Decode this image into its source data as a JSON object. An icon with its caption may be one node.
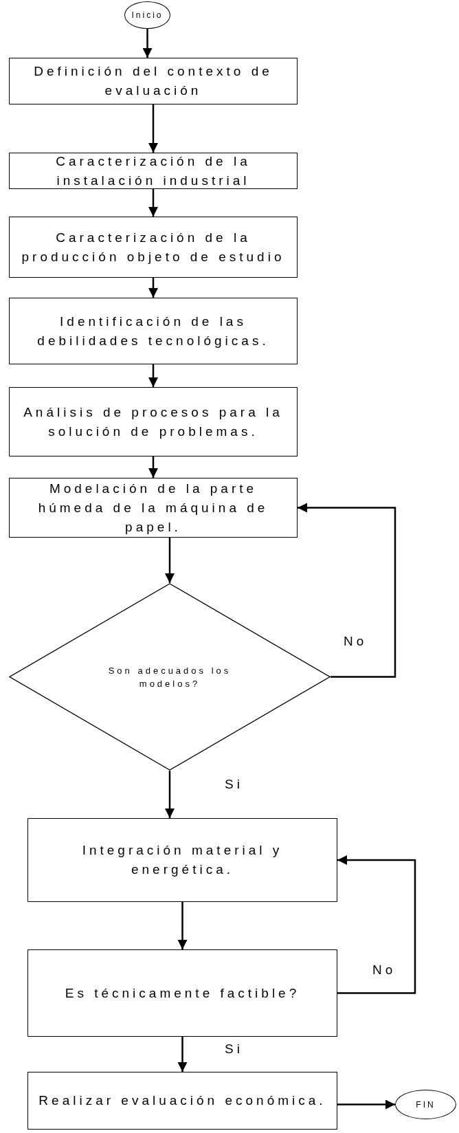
{
  "diagram": {
    "nodes": [
      {
        "text": [
          "Inicio"
        ]
      },
      {
        "text": [
          "Definición del contexto de evaluación"
        ]
      },
      {
        "text": [
          "Caracterización de la instalación industrial"
        ]
      },
      {
        "text": [
          "Caracterización de la producción objeto de estudio"
        ]
      },
      {
        "text": [
          "Identificación de las debilidades tecnológicas."
        ]
      },
      {
        "text": [
          "Análisis de procesos para la solución de problemas."
        ]
      },
      {
        "text": [
          "Modelación de la parte húmeda de la máquina de papel."
        ]
      },
      {
        "text": [
          "Son adecuados los modelos?"
        ]
      },
      {
        "text": [
          "Integración material y energética."
        ]
      },
      {
        "text": [
          "Es técnicamente factible?"
        ]
      },
      {
        "text": [
          "Realizar evaluación económica."
        ]
      },
      {
        "text": [
          "FIN"
        ]
      }
    ],
    "edges": [
      {
        "from": 0,
        "to": 1,
        "arrow": "to"
      },
      {
        "from": 1,
        "to": 2,
        "arrow": "to"
      },
      {
        "from": 2,
        "to": 3,
        "arrow": "to"
      },
      {
        "from": 3,
        "to": 4,
        "arrow": "to"
      },
      {
        "from": 4,
        "to": 5,
        "arrow": "to"
      },
      {
        "from": 5,
        "to": 6,
        "arrow": "to"
      },
      {
        "from": 6,
        "to": 7,
        "arrow": "to"
      },
      {
        "from": 7,
        "to": 6,
        "arrow": "to",
        "label": "No"
      },
      {
        "from": 7,
        "to": 8,
        "arrow": "to",
        "label": "Si"
      },
      {
        "from": 8,
        "to": 9,
        "arrow": "to"
      },
      {
        "from": 9,
        "to": 8,
        "arrow": "to",
        "label": "No"
      },
      {
        "from": 9,
        "to": 10,
        "arrow": "to",
        "label": "Si"
      },
      {
        "from": 10,
        "to": 11,
        "arrow": "to"
      }
    ]
  }
}
